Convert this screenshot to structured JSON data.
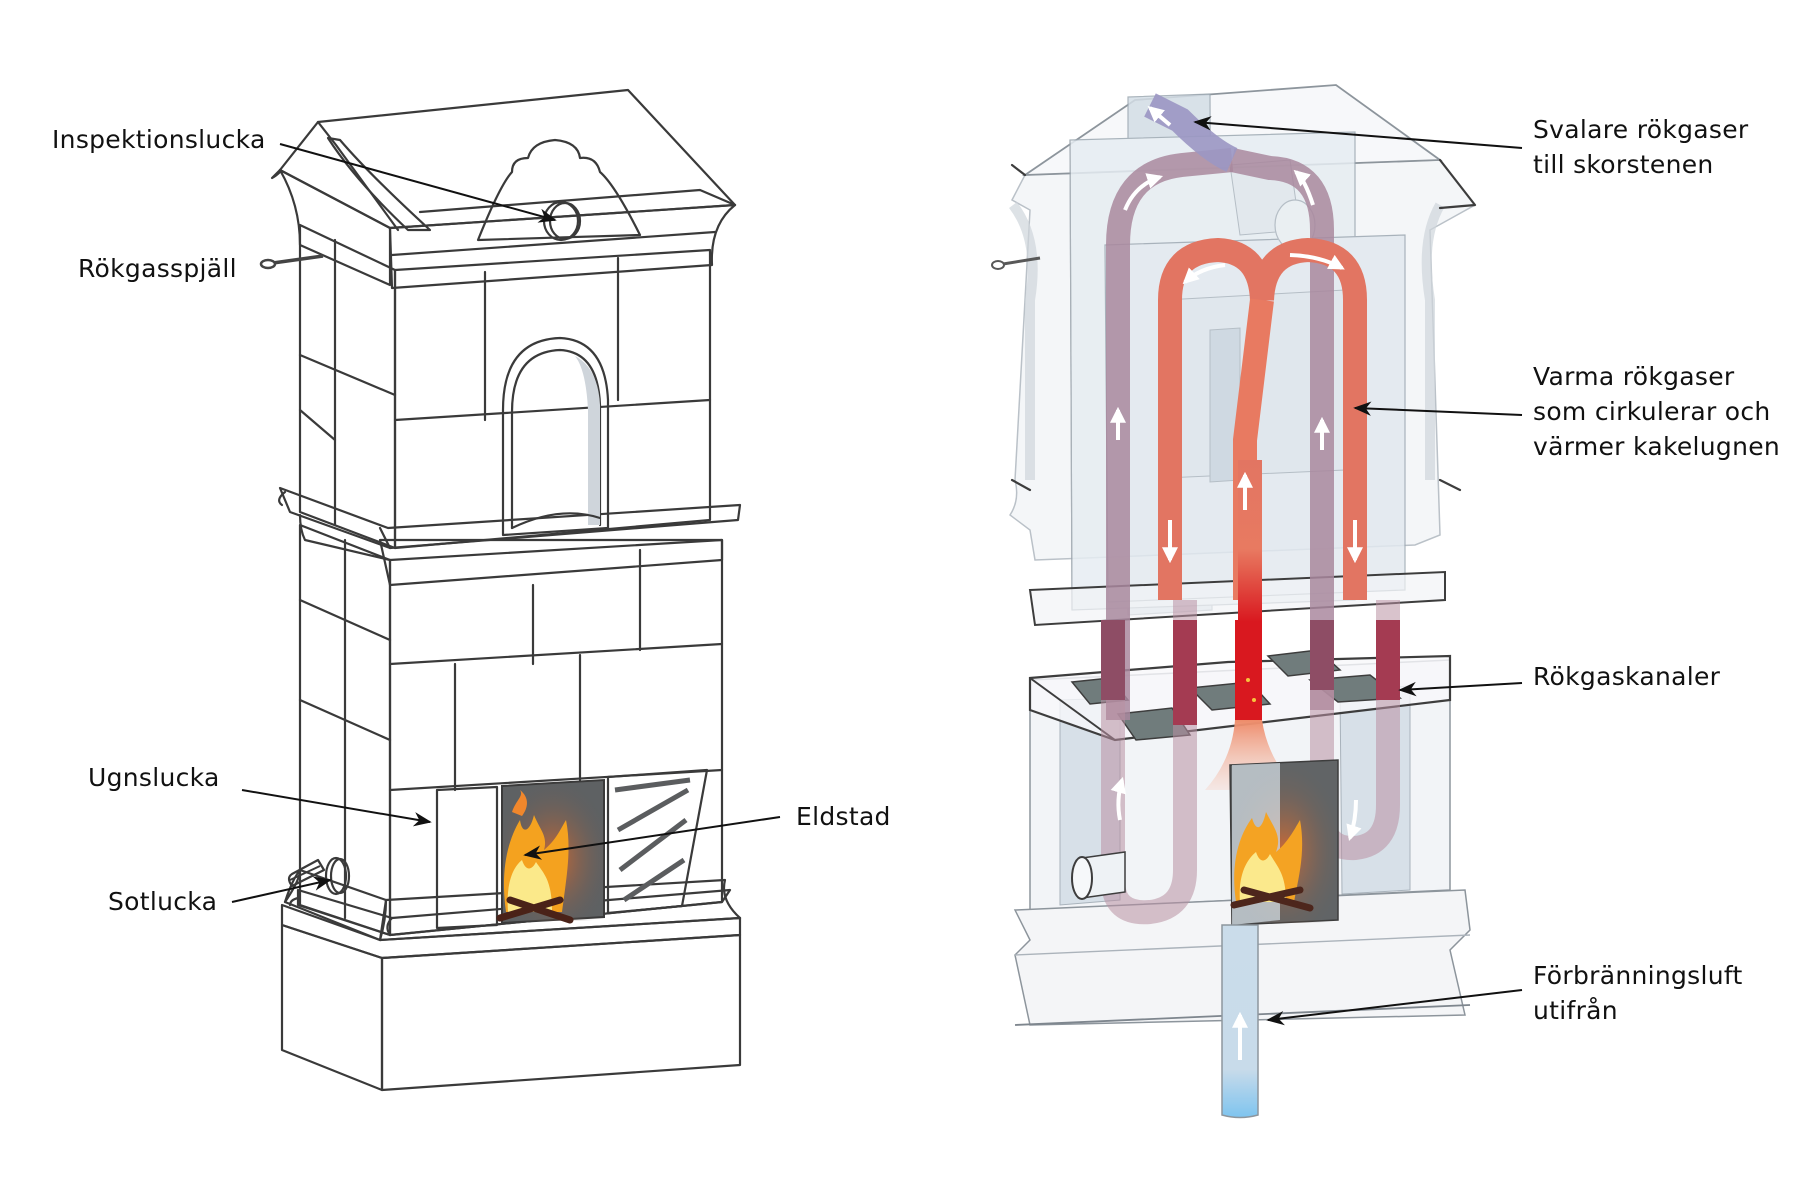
{
  "figure": {
    "subject": "Kakelugn (Swedish tiled stove) – exterior and cutaway",
    "left_view": {
      "name": "exterior",
      "labels": [
        {
          "id": "inspektionslucka",
          "text": "Inspektionslucka"
        },
        {
          "id": "rokgasspjall",
          "text": "Rökgasspjäll"
        },
        {
          "id": "ugnslucka",
          "text": "Ugnslucka"
        },
        {
          "id": "sotlucka",
          "text": "Sotlucka"
        },
        {
          "id": "eldstad",
          "text": "Eldstad"
        }
      ]
    },
    "right_view": {
      "name": "cutaway",
      "labels": [
        {
          "id": "svalare",
          "lines": [
            "Svalare rökgaser",
            "till skorstenen"
          ]
        },
        {
          "id": "varma",
          "lines": [
            "Varma rökgaser",
            "som cirkulerar och",
            "värmer kakelugnen"
          ]
        },
        {
          "id": "kanaler",
          "lines": [
            "Rökgaskanaler"
          ]
        },
        {
          "id": "luft",
          "lines": [
            "Förbränningsluft",
            "utifrån"
          ]
        }
      ]
    },
    "colors": {
      "tile": "#eef0f3",
      "tile_shadow": "#c9cfd5",
      "outline": "#3a3a3a",
      "hatch_brass": "#d4c53a",
      "door_dark": "#4b4d4f",
      "hot_gas": "#e2735f",
      "core_gas": "#d9141b",
      "warm_gas_mauve": "#a8869c",
      "cool_gas_violet": "#9a95c2",
      "flue_dark_red": "#a3384f",
      "intake_air": "#8cc8ee",
      "glass_blue": "#c9d7e2",
      "flame_outer": "#f4a21f",
      "flame_inner": "#fbe98a",
      "log": "#4a2218"
    }
  }
}
